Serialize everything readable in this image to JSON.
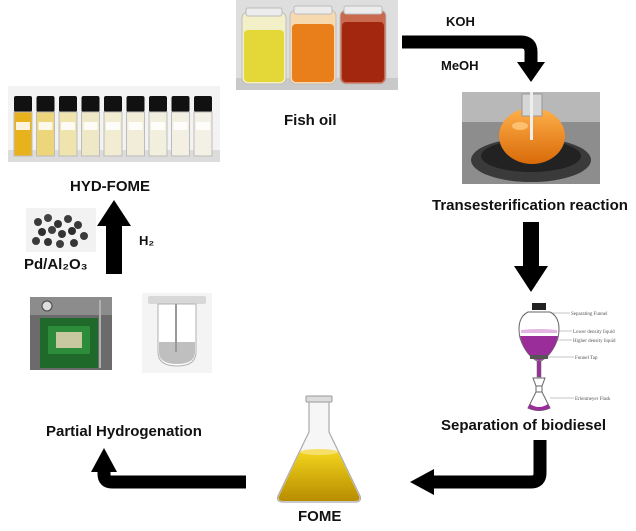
{
  "labels": {
    "fish_oil": "Fish oil",
    "koh": "KOH",
    "meoh": "MeOH",
    "transesterification": "Transesterification reaction",
    "separation": "Separation of biodiesel",
    "fome": "FOME",
    "partial_hydrogenation": "Partial Hydrogenation",
    "hyd_fome": "HYD-FOME",
    "h2": "H₂",
    "catalyst": "Pd/Al₂O₃"
  },
  "funnel_labels": {
    "separating_funnel": "Separating Funnel",
    "lower_density": "Lower density liquid",
    "higher_density": "Higher density liquid",
    "funnel_tap": "Funnel Tap",
    "erlenmeyer": "Erlenmeyer Flask"
  },
  "colors": {
    "arrow": "#000000",
    "oil_light": "#e8d83a",
    "oil_orange": "#e8821c",
    "oil_red": "#a32a12",
    "reaction_orange": "#f08a1a",
    "purple_liquid": "#9b2d9b",
    "fome_yellow": "#d9b400"
  }
}
